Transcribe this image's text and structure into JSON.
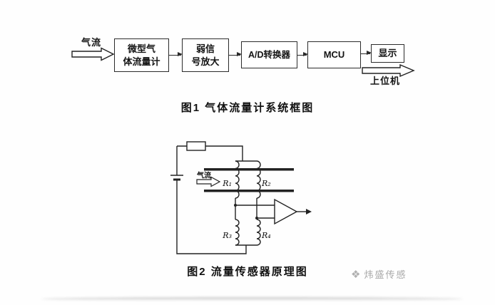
{
  "fig1": {
    "flow_in_label": "气流",
    "box_flowmeter": {
      "line1": "微型气",
      "line2": "体流量计"
    },
    "box_amplifier": {
      "line1": "弱信",
      "line2": "号放大"
    },
    "box_adc": "A/D转换器",
    "box_mcu": "MCU",
    "box_display": "显示",
    "host_label": "上位机",
    "caption": "图1  气体流量计系统框图"
  },
  "fig2": {
    "flow_label": "气流",
    "labels": {
      "r1": "R₁",
      "r2": "R₂",
      "r3": "R₃",
      "r4": "R₄"
    },
    "caption": "图2  流量传感器原理图"
  },
  "watermark": {
    "logo": "❖",
    "text": "炜盛传感"
  }
}
